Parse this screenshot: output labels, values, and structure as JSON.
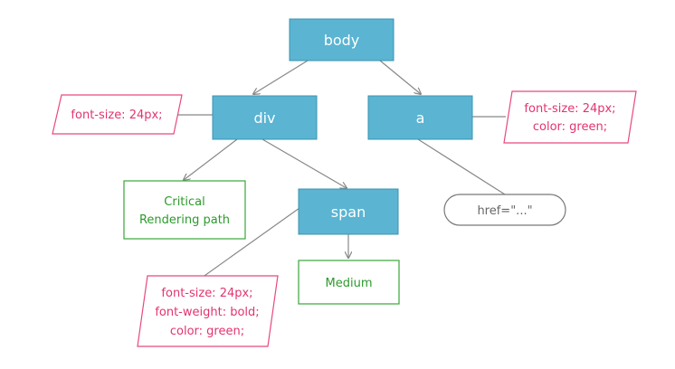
{
  "colors": {
    "dom_fill": "#5ab4d2",
    "dom_stroke": "#3a93b0",
    "dom_text": "#ffffff",
    "style_stroke": "#e8497d",
    "style_text": "#e3336f",
    "text_node_stroke": "#3aa53a",
    "text_node_text": "#2c9a2c",
    "attr_stroke": "#777777",
    "attr_text": "#666666",
    "edge": "#888888"
  },
  "nodes": {
    "body": {
      "label": "body"
    },
    "div": {
      "label": "div"
    },
    "a": {
      "label": "a"
    },
    "span": {
      "label": "span"
    },
    "div_style": {
      "lines": [
        "font-size: 24px;"
      ]
    },
    "a_style": {
      "lines": [
        "font-size: 24px;",
        "color: green;"
      ]
    },
    "span_style": {
      "lines": [
        "font-size: 24px;",
        "font-weight: bold;",
        "color: green;"
      ]
    },
    "critical_text": {
      "lines": [
        "Critical",
        "Rendering path"
      ]
    },
    "medium_text": {
      "lines": [
        "Medium"
      ]
    },
    "href_attr": {
      "label": "href=\"...\""
    }
  }
}
